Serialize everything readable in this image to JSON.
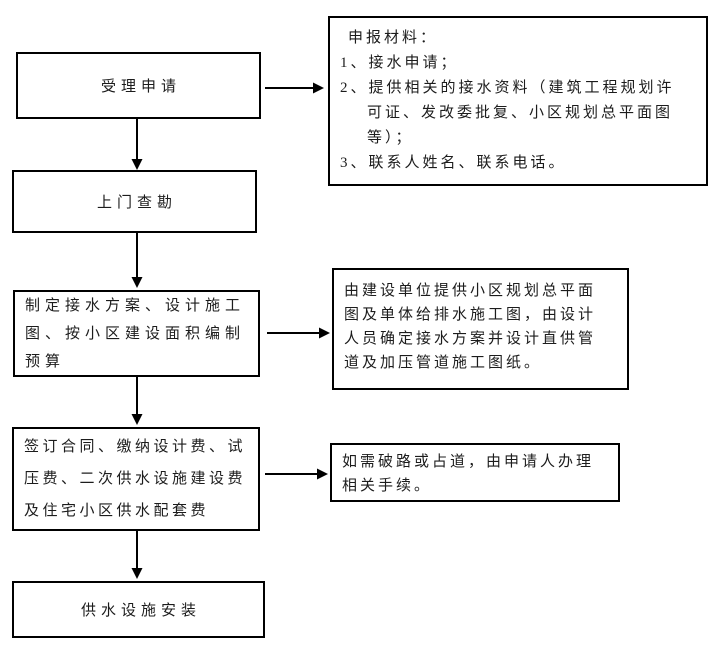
{
  "colors": {
    "line": "#000000",
    "text": "#1c1c1c",
    "canvas_bg": "#ffffff"
  },
  "flowchart": {
    "steps": [
      {
        "label": "受理申请"
      },
      {
        "label": "上门查勘"
      },
      {
        "lines": [
          "制定接水方案、设计施工",
          "图、按小区建设面积编制",
          "预算"
        ]
      },
      {
        "lines": [
          "签订合同、缴纳设计费、试",
          "压费、二次供水设施建设费",
          "及住宅小区供水配套费"
        ]
      },
      {
        "label": "供水设施安装"
      }
    ],
    "notes": [
      {
        "title": "申报材料：",
        "lines": [
          "1、接水申请；",
          "2、提供相关的接水资料（建筑工程规划许",
          "可证、发改委批复、小区规划总平面图",
          "等）；",
          "3、联系人姓名、联系电话。"
        ]
      },
      {
        "lines": [
          "由建设单位提供小区规划总平面",
          "图及单体给排水施工图，由设计",
          "人员确定接水方案并设计直供管",
          "道及加压管道施工图纸。"
        ]
      },
      {
        "lines": [
          "如需破路或占道，由申请人办理",
          "相关手续。"
        ]
      }
    ]
  }
}
